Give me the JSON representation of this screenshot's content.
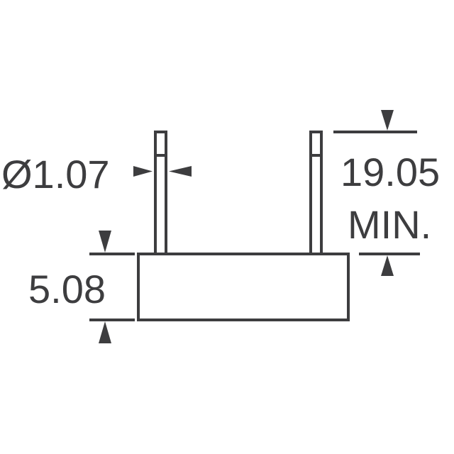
{
  "diagram": {
    "type": "component outline drawing",
    "colors": {
      "line": "#3d3d3f",
      "background": "#ffffff"
    },
    "dimensions": {
      "pin_diameter": {
        "symbol": "Ø",
        "value": "1.07",
        "label": "Ø1.07"
      },
      "pin_length": {
        "value": "19.05",
        "qualifier": "MIN."
      },
      "body_height": {
        "value": "5.08"
      }
    }
  }
}
